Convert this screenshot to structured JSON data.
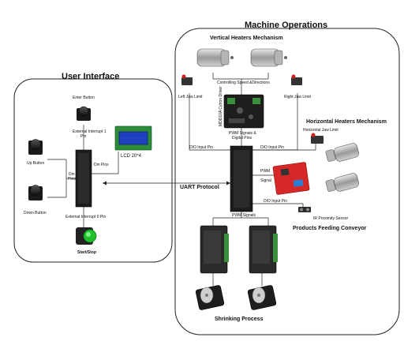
{
  "sections": {
    "user_interface": "User Interface",
    "machine_operations": "Machine Operations",
    "vertical_heaters": "Vertical Heaters Mechanism",
    "horizontal_heaters": "Horizontal Heaters Mechanism",
    "feeding_conveyor": "Products Feeding Conveyor",
    "shrinking_process": "Shrinking Process"
  },
  "labels": {
    "enter_button": "Enter Button",
    "ext_int_1_a": "External Interrupt 1",
    "ext_int_1_b": "Pin",
    "lcd": "LCD 20*4",
    "up_button": "Up Button",
    "down_button": "Down Button",
    "din_pins_left_a": "Din",
    "din_pins_left_b": "Pins",
    "din_pins_right": "Din Pins",
    "ext_int_0": "External Interrupt 0 Pin",
    "start_stop": "Start/Stop",
    "uart": "UART Protocol",
    "controlling_speed": "Controlling Speed &Directions",
    "left_jaw_limit": "Left Jaw Limit",
    "right_jaw_limit": "Right Jaw Limit",
    "motor_driver": "MDD10A Cytron Driver",
    "horizontal_jaw_limit": "Horizontal Jaw Limit",
    "pwm_digital_a": "PWM Signals &",
    "pwm_digital_b": "Digital Pins",
    "dio_input_left": "DIO Input Pin",
    "dio_input_right": "DIO Input Pin",
    "pwm_signal_a": "PWM",
    "pwm_signal_b": "Signal",
    "dio_input_ir": "DIO Input Pin",
    "ir_sensor": "IR Proximity Sensor",
    "pwm_signals_bottom": "PWM Signals"
  },
  "colors": {
    "lcd_screen": "#1f3fbf",
    "lcd_board": "#2e8b3a",
    "driver_board": "#d62828",
    "start_button": "#1fbf2e",
    "limit_switch_red": "#d12020"
  }
}
